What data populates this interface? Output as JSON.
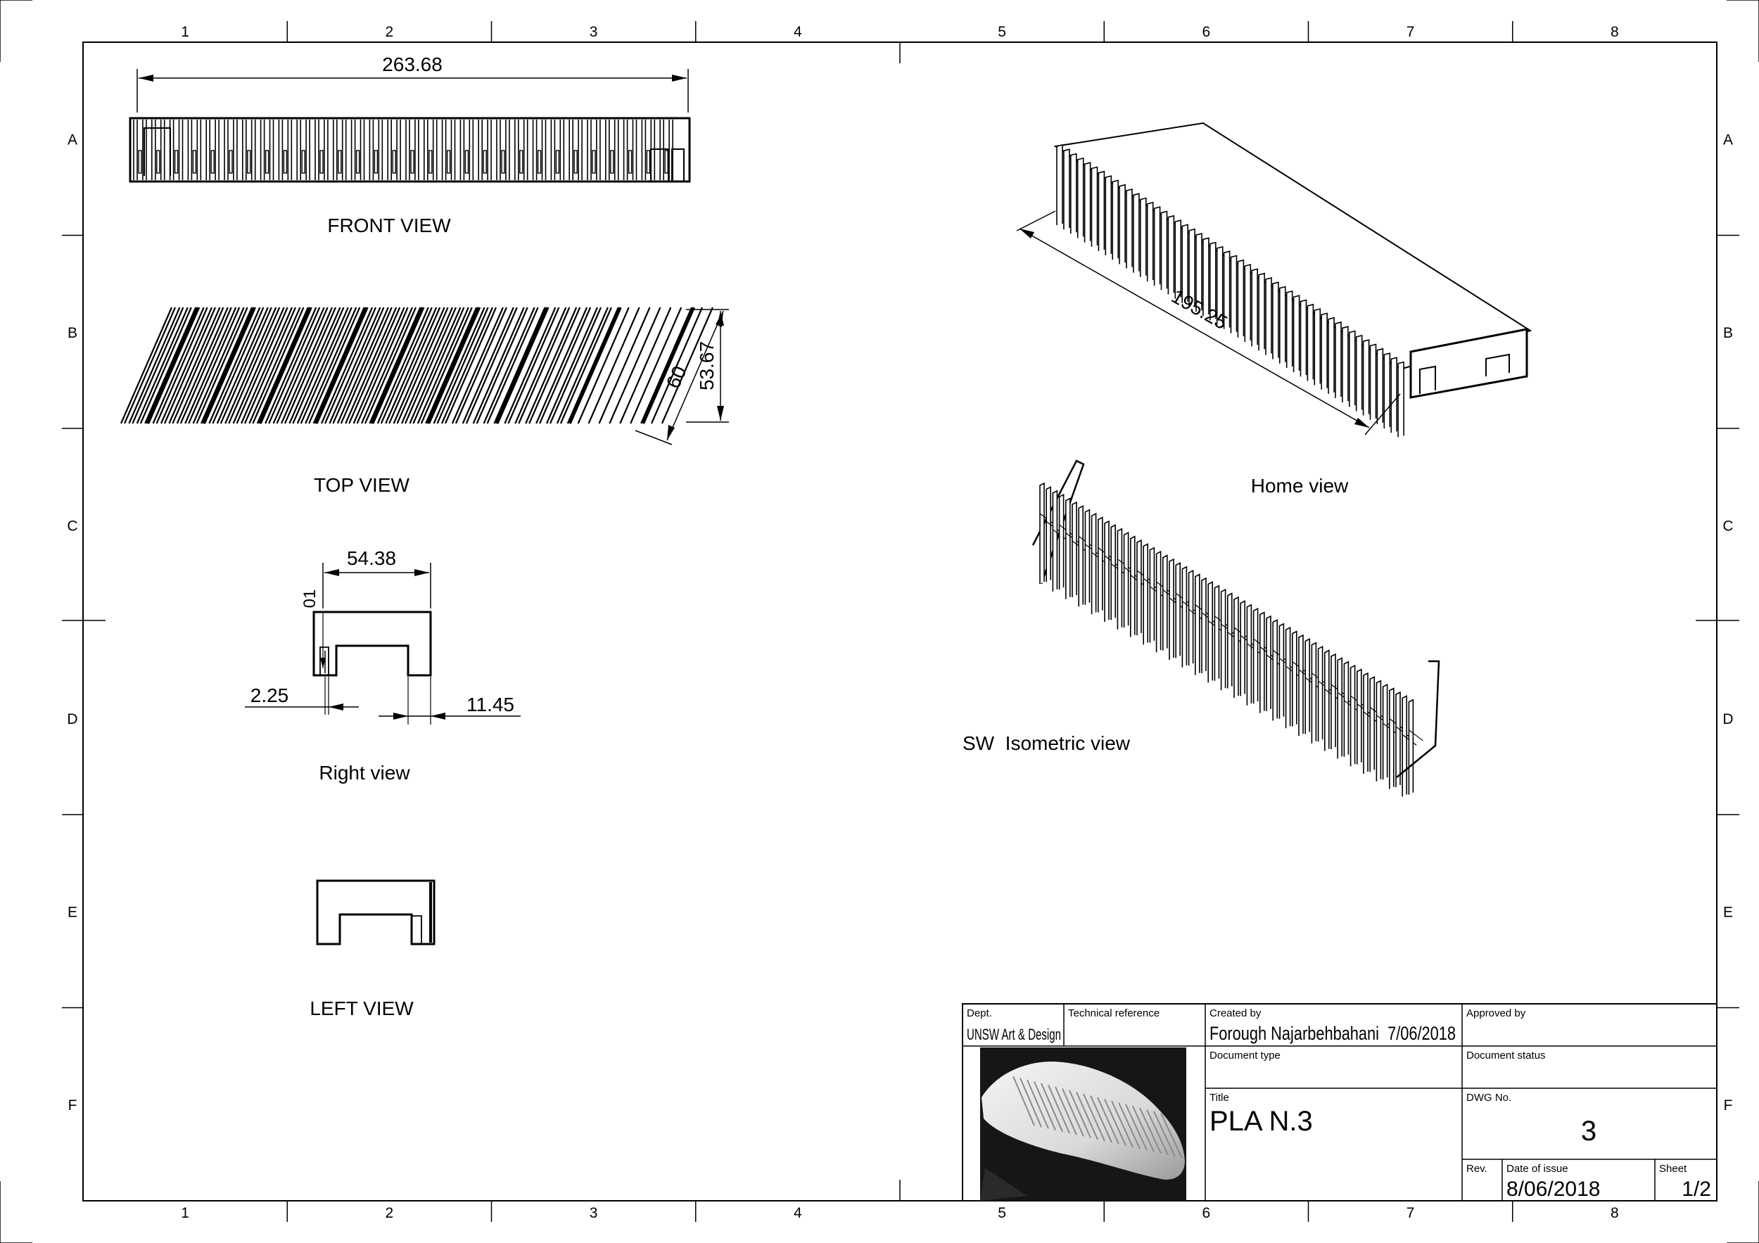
{
  "grid": {
    "columns": [
      "1",
      "2",
      "3",
      "4",
      "5",
      "6",
      "7",
      "8"
    ],
    "rows": [
      "A",
      "B",
      "C",
      "D",
      "E",
      "F"
    ]
  },
  "views": {
    "front": "FRONT VIEW",
    "top": "TOP VIEW",
    "right": "Right view",
    "left": "LEFT VIEW",
    "home": "Home view",
    "iso": "SW  Isometric view"
  },
  "dimensions": {
    "front_length": "263.68",
    "top_a": "60",
    "top_b": "53.67",
    "right_width": "54.38",
    "right_small": "01",
    "right_left": "2.25",
    "right_right": "11.45",
    "home_length": "195.25"
  },
  "title_block": {
    "dept_label": "Dept.",
    "dept_value": "UNSW Art & Design",
    "tech_ref_label": "Technical reference",
    "created_by_label": "Created by",
    "created_by_value": "Forough Najarbehbahani  7/06/2018",
    "approved_by_label": "Approved by",
    "doc_type_label": "Document type",
    "doc_status_label": "Document status",
    "title_label": "Title",
    "title_value": "PLA N.3",
    "dwg_label": "DWG No.",
    "dwg_value": "3",
    "rev_label": "Rev.",
    "date_label": "Date of issue",
    "date_value": "8/06/2018",
    "sheet_label": "Sheet",
    "sheet_value": "1/2"
  }
}
